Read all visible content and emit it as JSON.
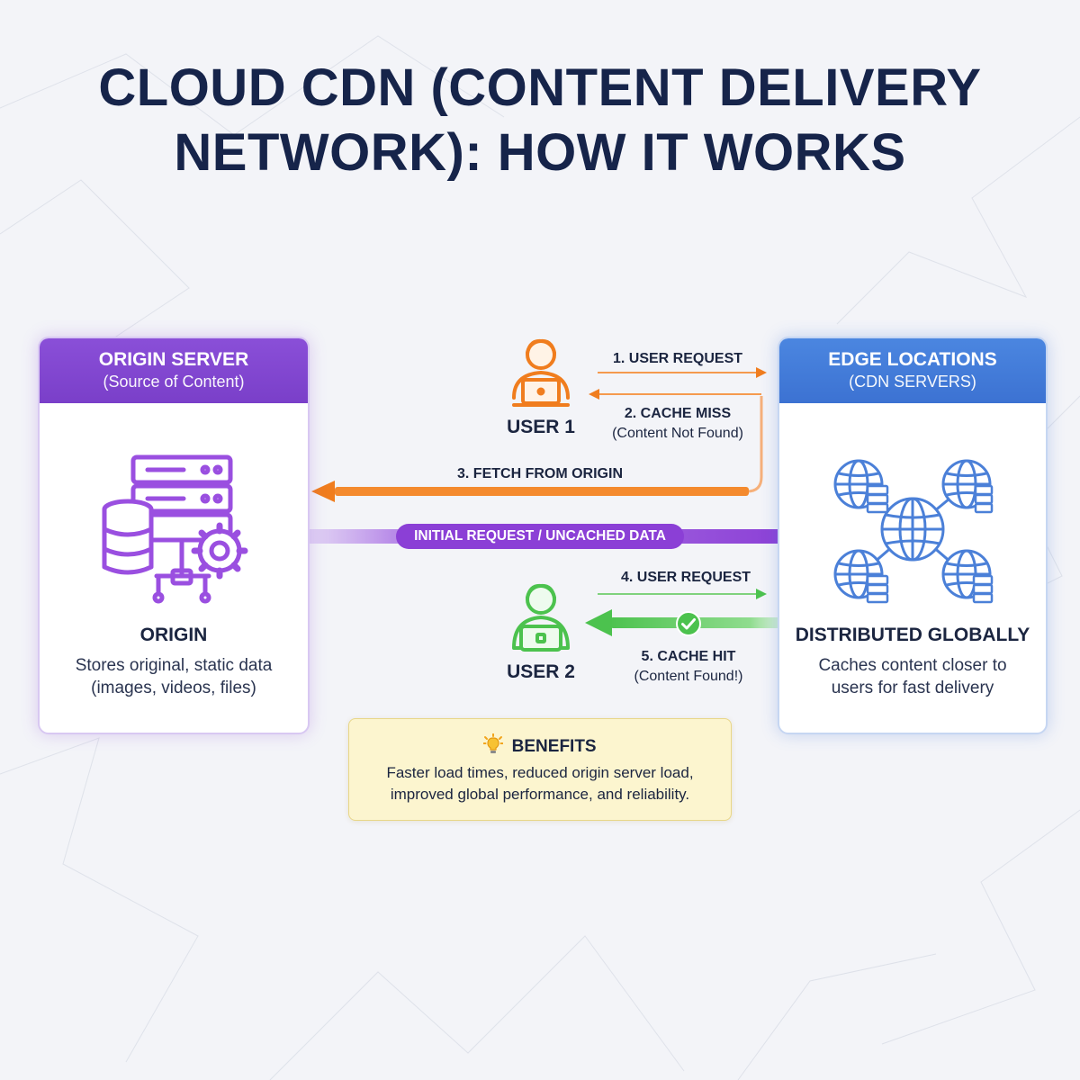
{
  "title": {
    "line1": "CLOUD CDN (CONTENT DELIVERY",
    "line2": "NETWORK): HOW IT WORKS"
  },
  "origin": {
    "header_title": "ORIGIN SERVER",
    "header_sub": "(Source of Content)",
    "label": "ORIGIN",
    "desc_line1": "Stores original, static data",
    "desc_line2": "(images, videos, files)",
    "icon": "server-database-gear-icon"
  },
  "edge": {
    "header_title": "EDGE LOCATIONS",
    "header_sub": "(CDN SERVERS)",
    "label": "DISTRIBUTED GLOBALLY",
    "desc_line1": "Caches content closer to",
    "desc_line2": "users for fast delivery",
    "icon": "globe-network-servers-icon"
  },
  "users": {
    "user1": {
      "name": "USER 1",
      "icon": "user-laptop-icon"
    },
    "user2": {
      "name": "USER 2",
      "icon": "user-tablet-icon"
    }
  },
  "flows": {
    "step1": "1. USER REQUEST",
    "step2": "2. CACHE MISS",
    "step2_sub": "(Content Not Found)",
    "step3": "3. FETCH FROM ORIGIN",
    "initial": "INITIAL REQUEST / UNCACHED DATA",
    "step4": "4. USER REQUEST",
    "step5": "5. CACHE HIT",
    "step5_sub": "(Content Found!)"
  },
  "benefits": {
    "title": "BENEFITS",
    "line1": "Faster load times, reduced origin server load,",
    "line2": "improved global performance, and reliability.",
    "icon": "lightbulb-icon"
  },
  "colors": {
    "title": "#16244a",
    "purple": "#8b3fd6",
    "blue": "#3c72d2",
    "orange": "#f07d1e",
    "green": "#4cc24e",
    "benefits_bg": "#fcf5cf"
  }
}
